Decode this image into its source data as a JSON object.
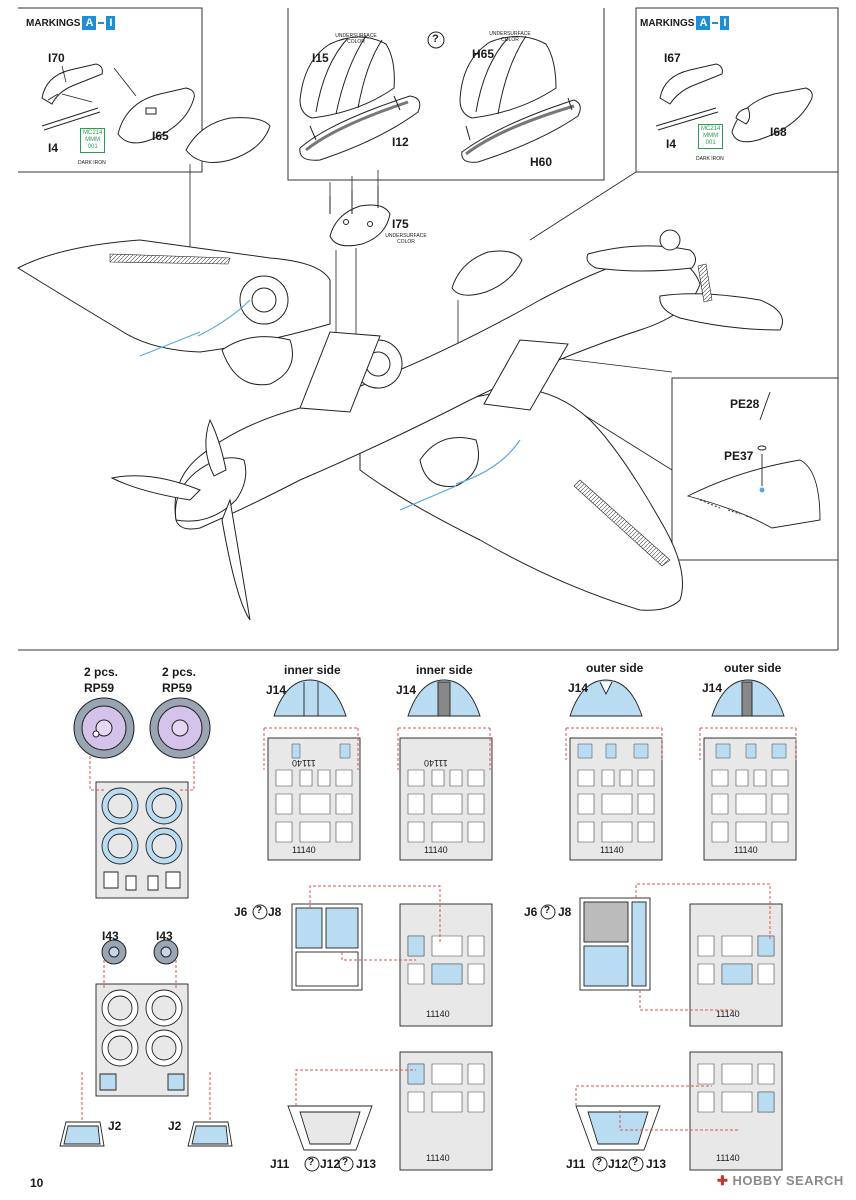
{
  "page_number": "10",
  "watermark": {
    "brand": "HOBBY SEARCH",
    "mark": "✚"
  },
  "markings_left": {
    "label": "MARKINGS",
    "from": "A",
    "to": "I"
  },
  "markings_right": {
    "label": "MARKINGS",
    "from": "A",
    "to": "I"
  },
  "question_mark": "?",
  "parts": {
    "i70": "I70",
    "i4_left": "I4",
    "i65": "I65",
    "i15": "I15",
    "i12": "I12",
    "h65": "H65",
    "h60": "H60",
    "i67": "I67",
    "i4_right": "I4",
    "i68": "I68",
    "i75": "I75",
    "pe28": "PE28",
    "pe37": "PE37"
  },
  "paint_left": {
    "code": "MC214",
    "brand": "MMM",
    "num": "001",
    "name": "DARK IRON"
  },
  "paint_right": {
    "code": "MC214",
    "brand": "MMM",
    "num": "001",
    "name": "DARK IRON"
  },
  "notes": {
    "underside_1": "UNDERSURFACE COLOR",
    "underside_2": "UNDERSURFACE COLOR",
    "underside_3": "UNDERSURFACE COLOR"
  },
  "masks": {
    "pcs_1": "2 pcs.",
    "rp59_1": "RP59",
    "pcs_2": "2 pcs.",
    "rp59_2": "RP59",
    "inner_1": "inner side",
    "inner_2": "inner side",
    "outer_1": "outer side",
    "outer_2": "outer side",
    "j14_1": "J14",
    "j14_2": "J14",
    "j14_3": "J14",
    "j14_4": "J14",
    "j6_l": "J6",
    "j8_l": "J8",
    "j6_r": "J6",
    "j8_r": "J8",
    "i43_1": "I43",
    "i43_2": "I43",
    "j2_1": "J2",
    "j2_2": "J2",
    "j11_l": "J11",
    "j12_l": "J12",
    "j13_l": "J13",
    "j11_r": "J11",
    "j12_r": "J12",
    "j13_r": "J13",
    "sheet_code_1": "11140",
    "sheet_code_2": "11140",
    "sheet_code_3": "11140",
    "sheet_code_4": "11140",
    "sheet_code_5": "11140",
    "sheet_code_6": "11140",
    "sheet_code_7": "11140",
    "sheet_code_8": "11140",
    "sheet_code_9": "11140",
    "sheet_code_10": "11140"
  },
  "colors": {
    "mask_blue": "#b9dcf2",
    "line_red": "#d9534f",
    "accent": "#1e8ed6",
    "paint_green": "#2a9d4e"
  }
}
